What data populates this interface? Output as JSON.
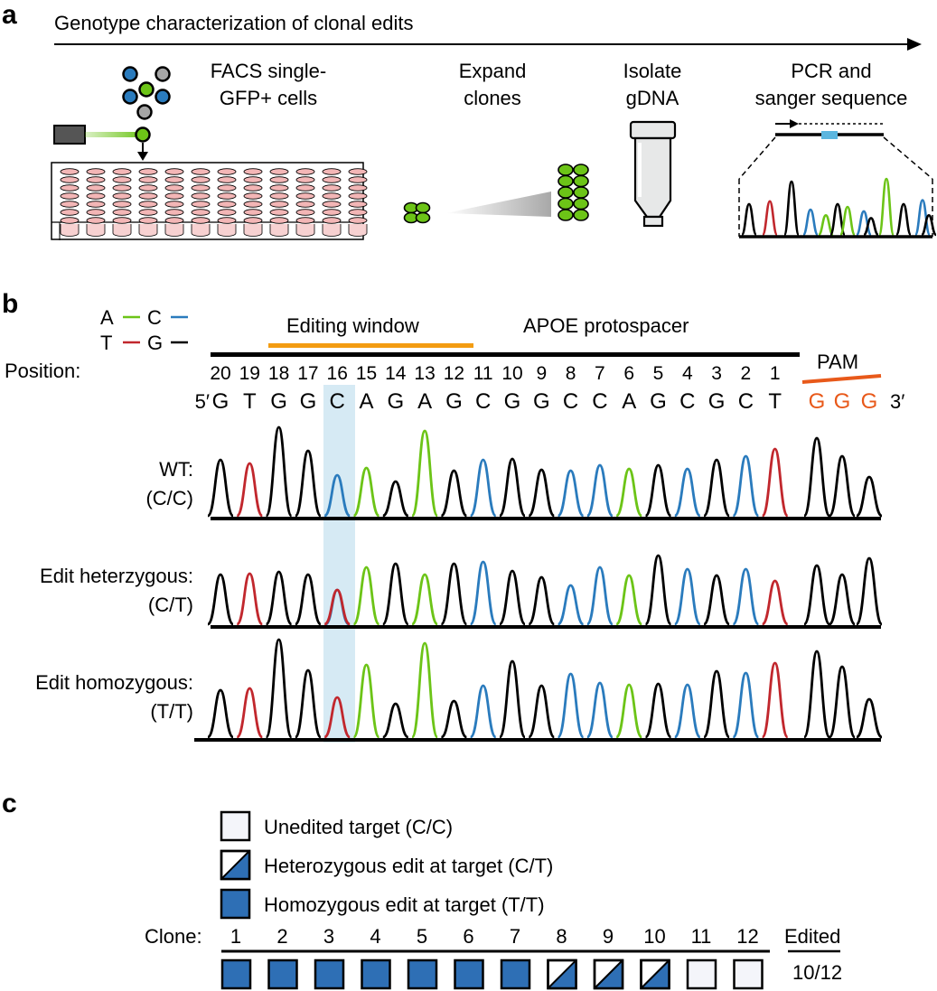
{
  "panel_a": {
    "letter": "a",
    "title": "Genotype characterization of clonal edits",
    "steps": [
      {
        "line1": "FACS single-",
        "line2": "GFP+ cells"
      },
      {
        "line1": "Expand",
        "line2": "clones"
      },
      {
        "line1": "Isolate",
        "line2": "gDNA"
      },
      {
        "line1": "PCR and",
        "line2": "sanger sequence"
      }
    ]
  },
  "panel_b": {
    "letter": "b",
    "legend": [
      {
        "base": "A",
        "color": "#6cc417"
      },
      {
        "base": "C",
        "color": "#2a7bbd"
      },
      {
        "base": "T",
        "color": "#c1272d"
      },
      {
        "base": "G",
        "color": "#000000"
      }
    ],
    "editing_window_label": "Editing window",
    "protospacer_label": "APOE protospacer",
    "pam_label": "PAM",
    "position_label": "Position:",
    "positions": [
      "20",
      "19",
      "18",
      "17",
      "16",
      "15",
      "14",
      "13",
      "12",
      "11",
      "10",
      "9",
      "8",
      "7",
      "6",
      "5",
      "4",
      "3",
      "2",
      "1"
    ],
    "five_prime": "5′",
    "three_prime": "3′",
    "sequence": [
      "G",
      "T",
      "G",
      "G",
      "C",
      "A",
      "G",
      "A",
      "G",
      "C",
      "G",
      "G",
      "C",
      "C",
      "A",
      "G",
      "C",
      "G",
      "C",
      "T"
    ],
    "pam_sequence": [
      "G",
      "G",
      "G"
    ],
    "traces": [
      {
        "name": "WT:",
        "genotype": "(C/C)"
      },
      {
        "name": "Edit heterzygous:",
        "genotype": "(C/T)"
      },
      {
        "name": "Edit homozygous:",
        "genotype": "(T/T)"
      }
    ],
    "colors": {
      "A": "#6cc417",
      "C": "#2a7bbd",
      "T": "#c1272d",
      "G": "#000000",
      "window": "#f39c12",
      "pam": "#e8591a",
      "highlight": "#d6eaf4"
    }
  },
  "panel_c": {
    "letter": "c",
    "legend": [
      {
        "label": "Unedited target (C/C)",
        "type": "unedited"
      },
      {
        "label": "Heterozygous edit at target (C/T)",
        "type": "het"
      },
      {
        "label": "Homozygous edit at target (T/T)",
        "type": "hom"
      }
    ],
    "clone_label": "Clone:",
    "clones": [
      {
        "id": "1",
        "type": "hom"
      },
      {
        "id": "2",
        "type": "hom"
      },
      {
        "id": "3",
        "type": "hom"
      },
      {
        "id": "4",
        "type": "hom"
      },
      {
        "id": "5",
        "type": "hom"
      },
      {
        "id": "6",
        "type": "hom"
      },
      {
        "id": "7",
        "type": "hom"
      },
      {
        "id": "8",
        "type": "het"
      },
      {
        "id": "9",
        "type": "het"
      },
      {
        "id": "10",
        "type": "het"
      },
      {
        "id": "11",
        "type": "unedited"
      },
      {
        "id": "12",
        "type": "unedited"
      }
    ],
    "edited_label": "Edited",
    "edited_value": "10/12",
    "colors": {
      "hom": "#2e6fb5",
      "unedited": "#f4f5fa"
    }
  }
}
